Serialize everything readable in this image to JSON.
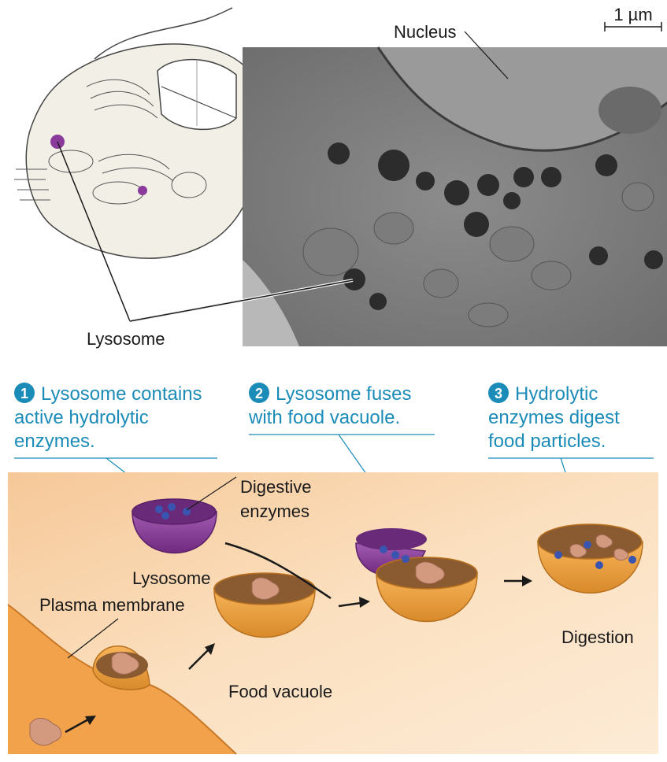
{
  "scale_bar": {
    "label": "1 µm"
  },
  "labels": {
    "nucleus": "Nucleus",
    "lysosome_top": "Lysosome",
    "digestive_enzymes": [
      "Digestive",
      "enzymes"
    ],
    "lysosome_bottom": "Lysosome",
    "plasma_membrane": "Plasma membrane",
    "food_vacuole": "Food vacuole",
    "digestion": "Digestion"
  },
  "steps": [
    {
      "number": "1",
      "lines": [
        "Lysosome contains",
        "active hydrolytic",
        "enzymes."
      ]
    },
    {
      "number": "2",
      "lines": [
        "Lysosome fuses",
        "with food vacuole."
      ]
    },
    {
      "number": "3",
      "lines": [
        "Hydrolytic",
        "enzymes digest",
        "food particles."
      ]
    }
  ],
  "colors": {
    "step_text": "#1b8bb8",
    "lysosome": "#8a3a9a",
    "vacuole": "#f0a040",
    "background_panel": "#f8cf98",
    "enzyme": "#3a55b0",
    "food": "#d49a80"
  }
}
